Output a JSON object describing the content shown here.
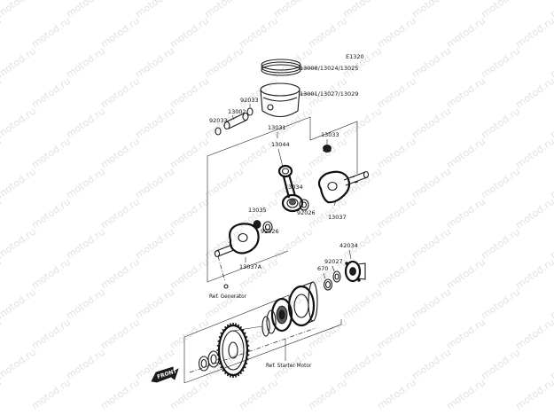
{
  "diagram_code": "E1320",
  "watermark_text": "motod.ru",
  "colors": {
    "ink": "#1a1a1a",
    "paper": "#ffffff",
    "watermark": "#c9c9c9"
  },
  "parts": {
    "piston_rings": "13008/13024/13025",
    "piston": "13001/13027/13029",
    "circlip_right": "92033",
    "circlip_left": "92033",
    "piston_pin": "13002",
    "crankshaft_assy": "13031",
    "small_end_bearing": "13033",
    "connecting_rod": "13044",
    "crank_pin": "13034",
    "washer_right": "92026",
    "washer_left": "92026",
    "crank_pin_left": "13035",
    "flywheel_right": "13037",
    "flywheel_left": "13037A",
    "oil_seal_hub": "42034",
    "oil_seal": "92027",
    "bearing_670": "670"
  },
  "references": {
    "generator": "Ref. Generator",
    "starter_motor": "Ref. Starter Motor"
  },
  "front_label": "FRONT"
}
